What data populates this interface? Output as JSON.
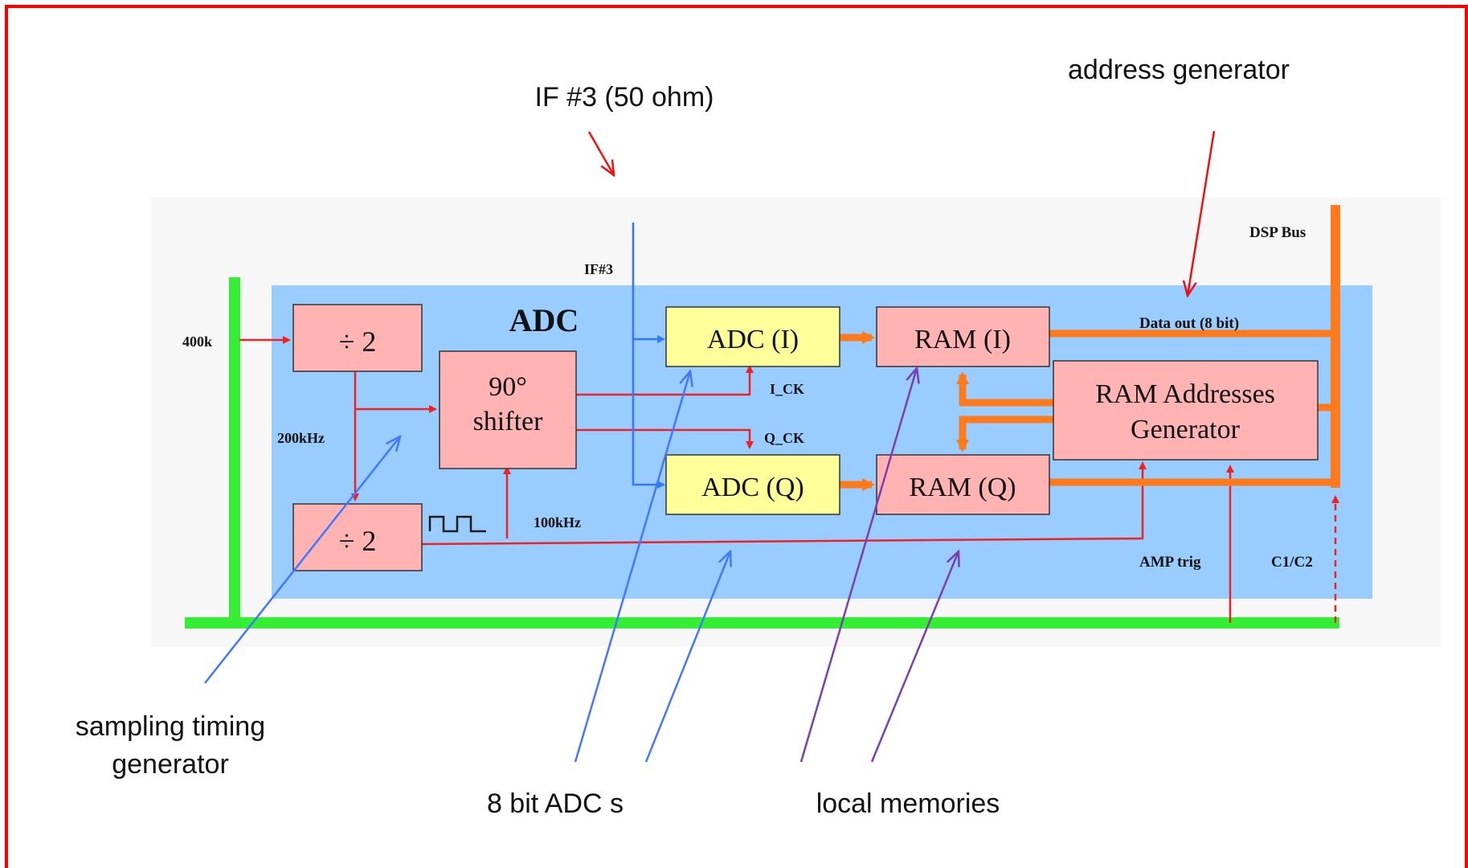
{
  "callouts": {
    "if_input": "IF #3 (50 ohm)",
    "address_generator": "address generator",
    "sampling_timing_line1": "sampling timing",
    "sampling_timing_line2": "generator",
    "adcs": "8 bit ADC s",
    "local_memories": "local memories"
  },
  "diagram": {
    "title": "ADC",
    "if_label": "IF#3",
    "dsp_bus": "DSP Bus",
    "freq_400k": "400k",
    "freq_200k": "200kHz",
    "freq_100k": "100kHz",
    "divider_top": "÷ 2",
    "divider_bottom": "÷ 2",
    "shifter_line1": "90°",
    "shifter_line2": "shifter",
    "adc_i": "ADC (I)",
    "adc_q": "ADC (Q)",
    "ram_i": "RAM (I)",
    "ram_q": "RAM (Q)",
    "ram_addr_line1": "RAM Addresses",
    "ram_addr_line2": "Generator",
    "i_ck": "I_CK",
    "q_ck": "Q_CK",
    "data_out": "Data out (8 bit)",
    "amp_trig": "AMP trig",
    "c1c2": "C1/C2"
  },
  "colors": {
    "frame": "#ff0000",
    "panel": "#99ccff",
    "block_pink": "#ffb3b3",
    "block_yellow": "#ffff99",
    "bus_green": "#33ee33",
    "bus_orange": "#ff7a1a",
    "signal_red": "#ee2222",
    "signal_blue": "#3377ff",
    "callout_blue": "#4477ff",
    "callout_purple": "#7a3fb0",
    "callout_red": "#ee1111"
  }
}
